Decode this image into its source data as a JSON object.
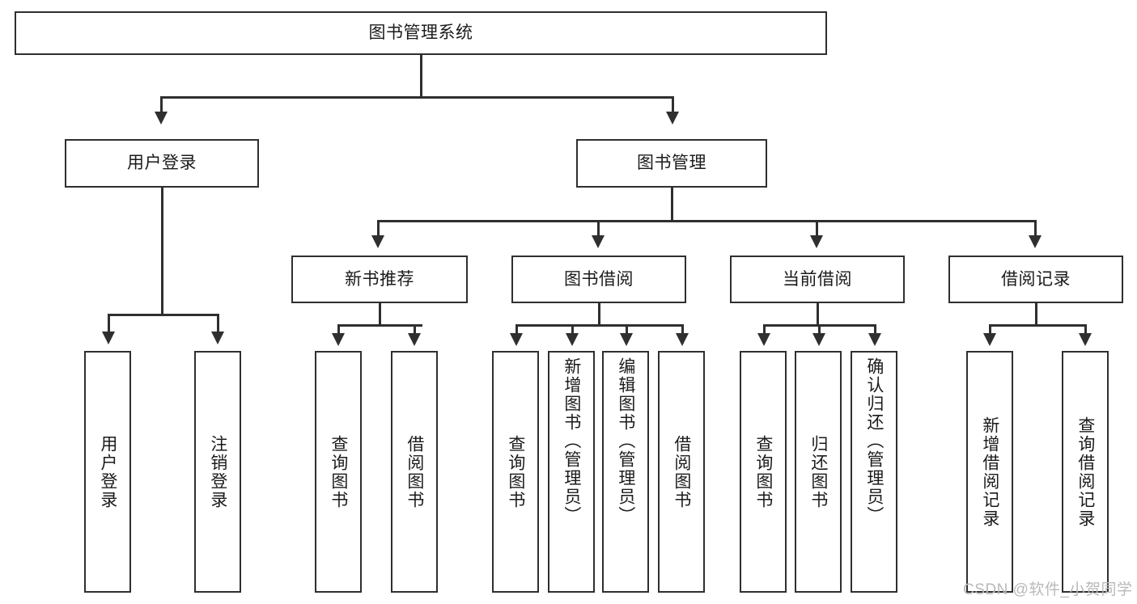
{
  "diagram": {
    "title": "图书管理系统",
    "type": "tree-hierarchy-diagram",
    "root": {
      "label": "图书管理系统"
    },
    "level2": [
      {
        "label": "用户登录"
      },
      {
        "label": "图书管理"
      }
    ],
    "level3": [
      {
        "label": "新书推荐"
      },
      {
        "label": "图书借阅"
      },
      {
        "label": "当前借阅"
      },
      {
        "label": "借阅记录"
      }
    ],
    "leaves": {
      "user_login": [
        {
          "label": "用户登录"
        },
        {
          "label": "注销登录"
        }
      ],
      "new_book_recommend": [
        {
          "label": "查询图书"
        },
        {
          "label": "借阅图书"
        }
      ],
      "book_borrow": [
        {
          "label": "查询图书"
        },
        {
          "label": "新增图书（管理员）"
        },
        {
          "label": "编辑图书（管理员）"
        },
        {
          "label": "借阅图书"
        }
      ],
      "current_borrow": [
        {
          "label": "查询图书"
        },
        {
          "label": "归还图书"
        },
        {
          "label": "确认归还（管理员）"
        }
      ],
      "borrow_record": [
        {
          "label": "新增借阅记录"
        },
        {
          "label": "查询借阅记录"
        }
      ]
    }
  },
  "watermark": {
    "text": "CSDN @软件_小贺同学"
  },
  "colors": {
    "border": "#2f2f2f",
    "text": "#1b1b1b",
    "background": "#ffffff",
    "watermark": "#b9b9b9"
  }
}
